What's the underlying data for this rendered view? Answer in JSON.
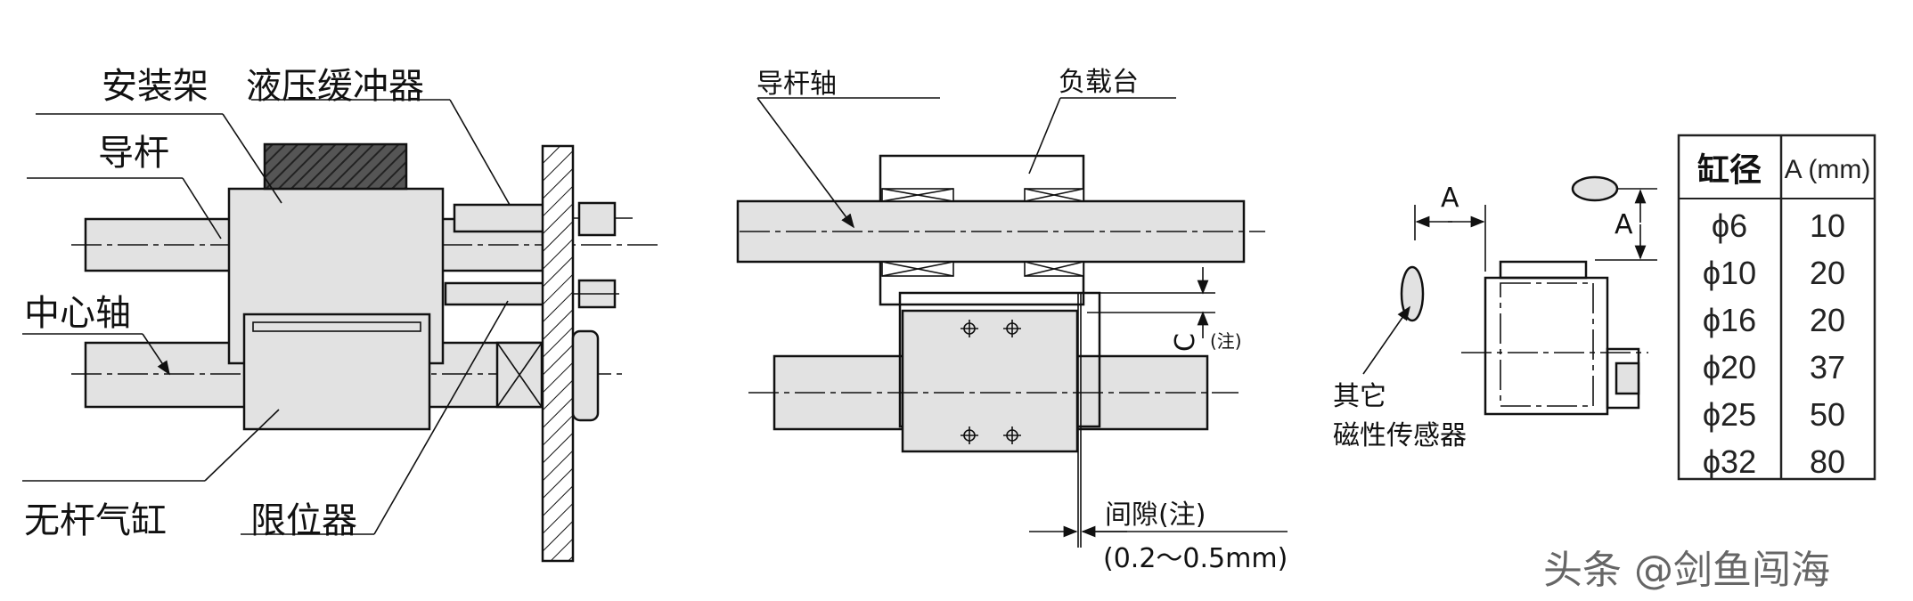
{
  "left_diagram": {
    "mount": "安装架",
    "shock_absorber": "液压缓冲器",
    "guide_rod": "导杆",
    "center_shaft": "中心轴",
    "rodless_cylinder": "无杆气缸",
    "stopper": "限位器"
  },
  "middle_diagram": {
    "guide_shaft": "导杆轴",
    "load_table": "负载台",
    "c_label": "C",
    "c_note": "(注)",
    "gap_label": "间隙(注)",
    "gap_value": "(0.2～0.5mm)"
  },
  "right_diagram": {
    "a_horizontal": "A",
    "a_vertical": "A",
    "sensor_line1": "其它",
    "sensor_line2": "磁性传感器"
  },
  "table": {
    "headers": [
      "缸径",
      "A (mm)"
    ],
    "rows": [
      [
        "ϕ6",
        "10"
      ],
      [
        "ϕ10",
        "20"
      ],
      [
        "ϕ16",
        "20"
      ],
      [
        "ϕ20",
        "37"
      ],
      [
        "ϕ25",
        "50"
      ],
      [
        "ϕ32",
        "80"
      ]
    ]
  },
  "watermark": "头条 @剑鱼闯海"
}
